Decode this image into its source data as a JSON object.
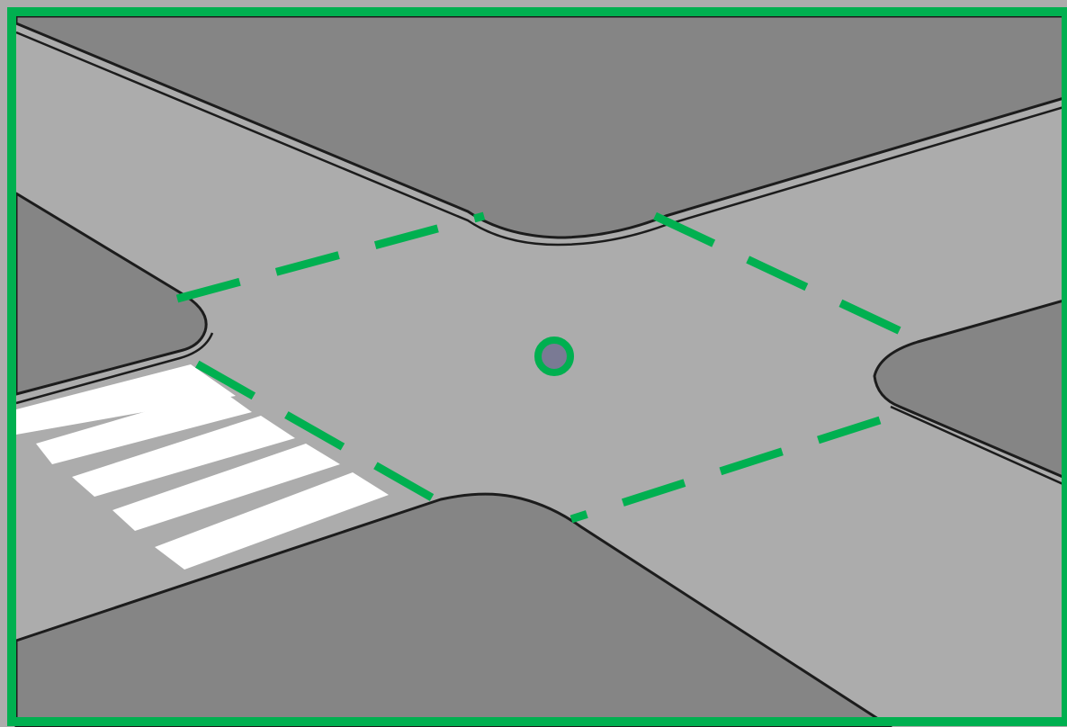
{
  "colors": {
    "road": "#acacac",
    "block": "#858585",
    "curb": "#1c1c1c",
    "crosswalk": "#ffffff",
    "accent": "#00b050",
    "center_fill": "#7a7a94"
  },
  "diagram": {
    "elements": [
      "intersection-zone",
      "center-point",
      "crosswalk",
      "city-block-top",
      "city-block-left",
      "city-block-right",
      "city-block-bottom",
      "frame"
    ]
  }
}
